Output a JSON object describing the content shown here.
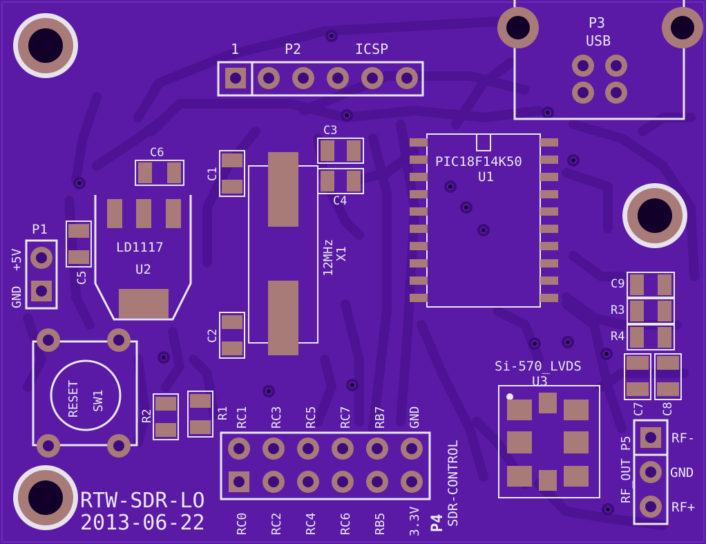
{
  "colors": {
    "board": "#5b1aa6",
    "trace": "#4a1190",
    "silk": "#e8e6f0",
    "pad": "#a87a78",
    "drill": "#12002a"
  },
  "board": {
    "title": "RTW-SDR-LO",
    "date": "2013-06-22"
  },
  "components": {
    "p2": {
      "ref": "P2",
      "value": "ICSP",
      "pin1": "1"
    },
    "p3": {
      "ref": "P3",
      "value": "USB"
    },
    "u1": {
      "ref": "U1",
      "value": "PIC18F14K50"
    },
    "u2": {
      "ref": "U2",
      "value": "LD1117"
    },
    "u3": {
      "ref": "U3",
      "value": "Si-570_LVDS"
    },
    "x1": {
      "ref": "X1",
      "value": "12MHz"
    },
    "p1": {
      "ref": "P1",
      "label_gnd": "GND",
      "label_5v": "+5V"
    },
    "sw1": {
      "ref": "SW1",
      "value": "RESET"
    },
    "p4": {
      "ref": "P4",
      "value": "SDR-CONTROL"
    },
    "p5": {
      "ref": "RF_OUT P5",
      "pins": [
        "RF-",
        "GND",
        "RF+"
      ]
    },
    "c1": "C1",
    "c2": "C2",
    "c3": "C3",
    "c4": "C4",
    "c5": "C5",
    "c6": "C6",
    "c7": "C7",
    "c8": "C8",
    "c9": "C9",
    "r1": "R1",
    "r2": "R2",
    "r3": "R3",
    "r4": "R4"
  },
  "p4_top_labels": [
    "RC1",
    "RC3",
    "RC5",
    "RC7",
    "RB7",
    "GND"
  ],
  "p4_bottom_labels": [
    "RC0",
    "RC2",
    "RC4",
    "RC6",
    "RB5",
    "3.3V"
  ]
}
